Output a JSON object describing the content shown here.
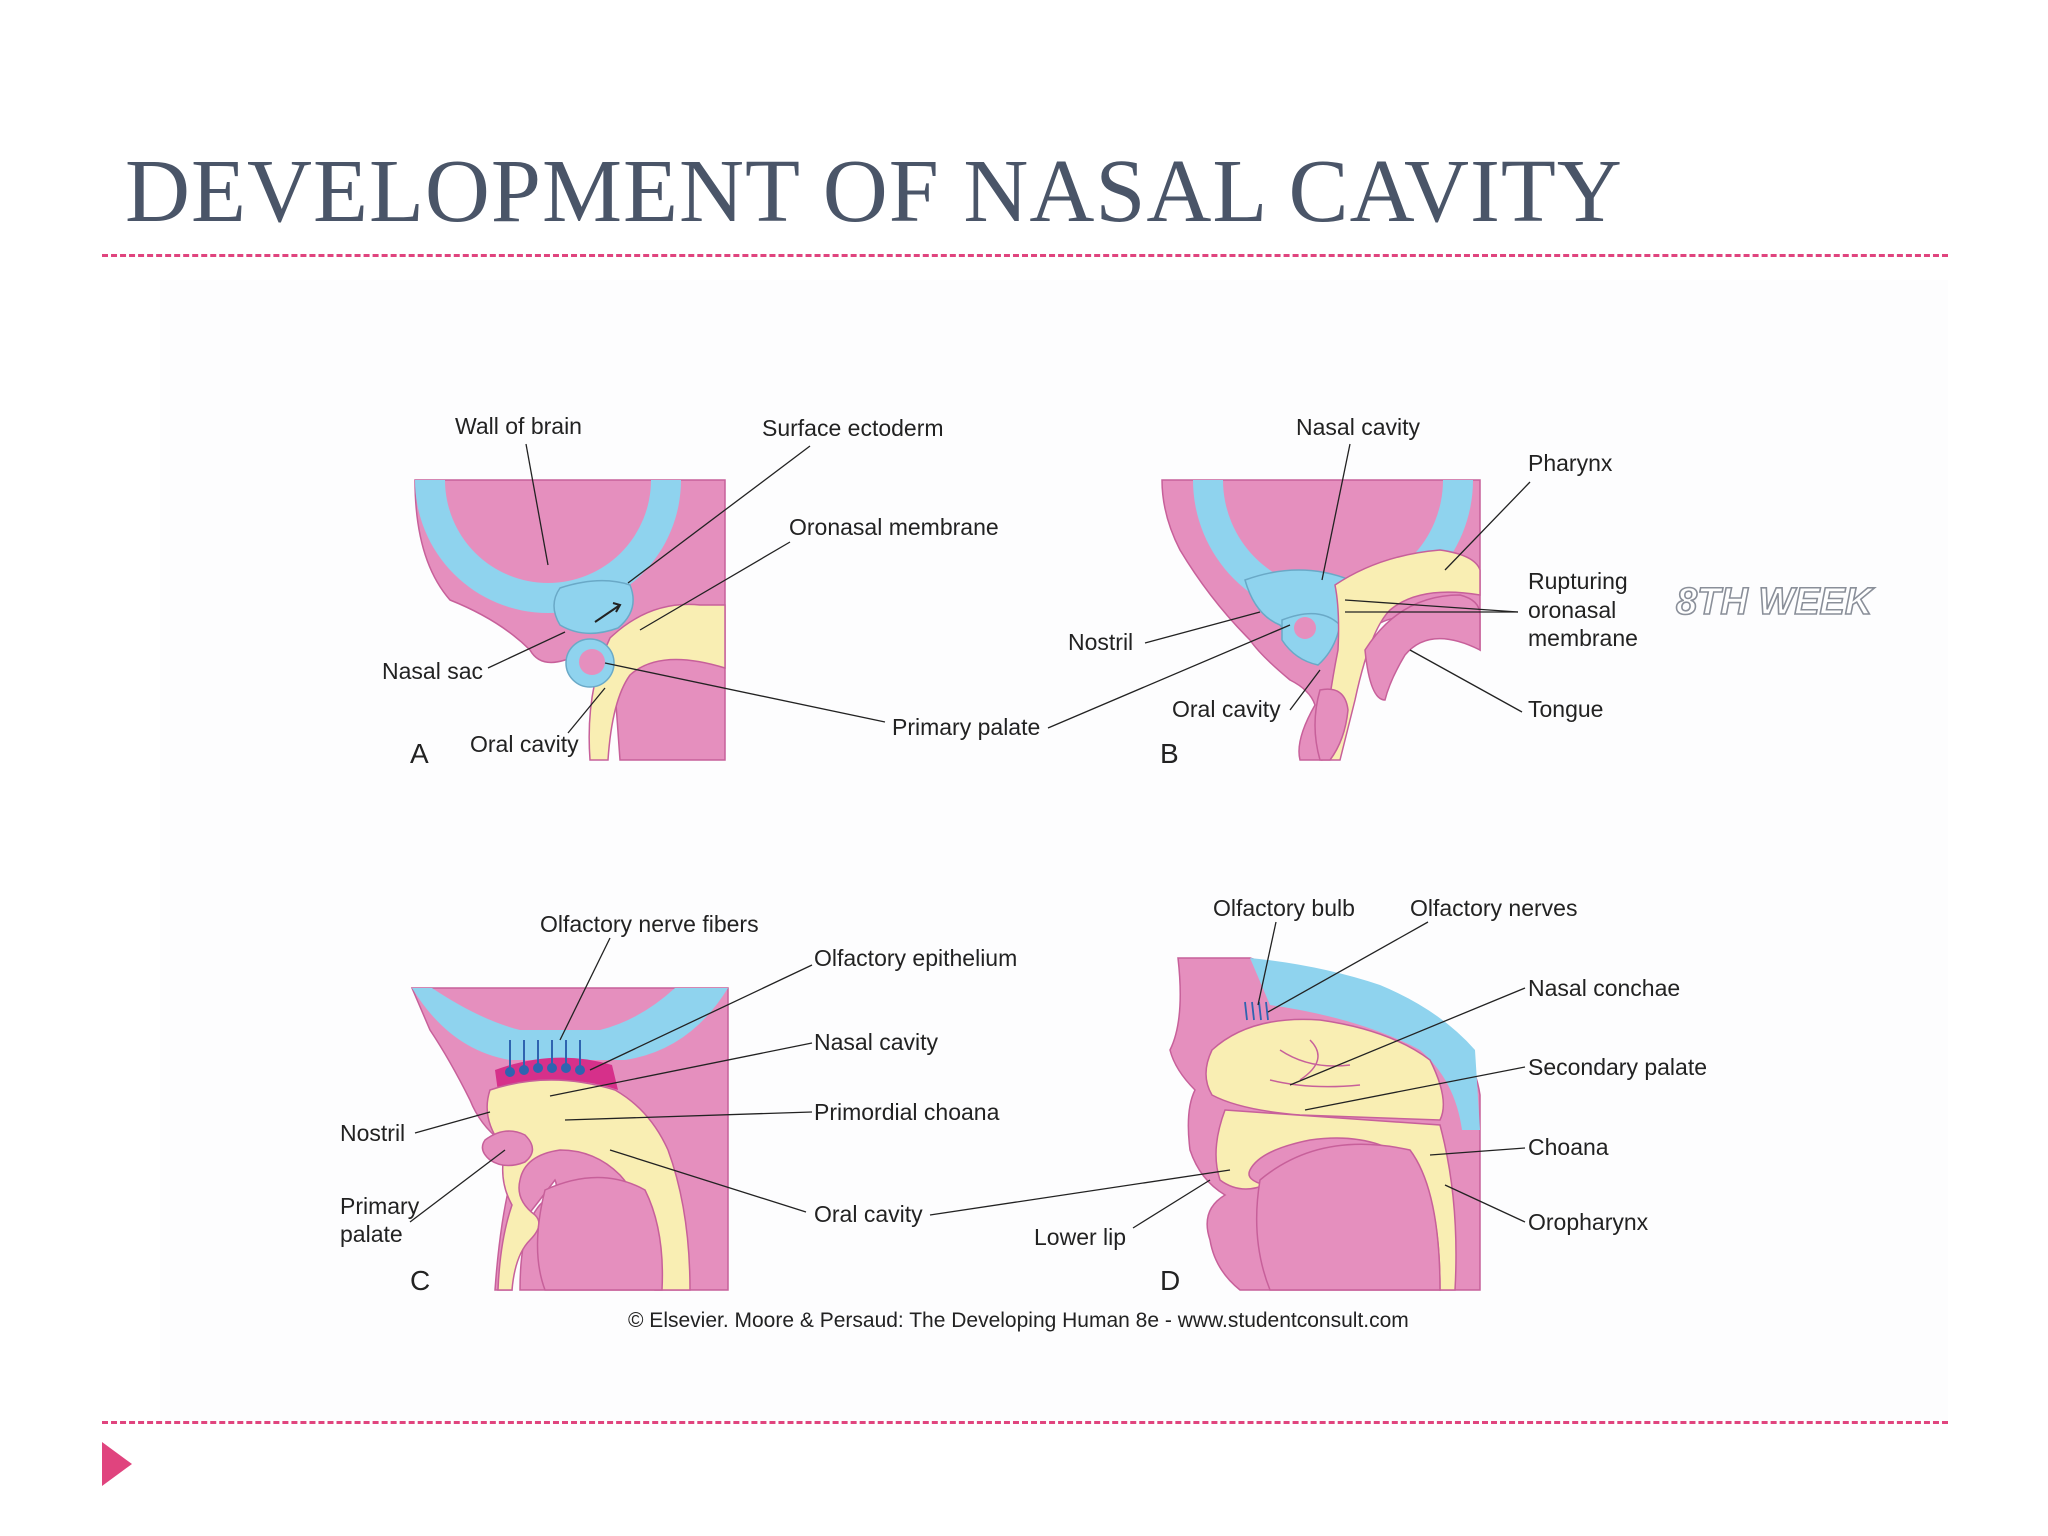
{
  "slide": {
    "title": "DEVELOPMENT OF NASAL CAVITY"
  },
  "figure": {
    "panel_a": {
      "letter": "A",
      "labels": {
        "wall_of_brain": "Wall of brain",
        "surface_ectoderm": "Surface ectoderm",
        "oronasal_membrane": "Oronasal membrane",
        "nasal_sac": "Nasal sac",
        "oral_cavity": "Oral cavity",
        "primary_palate": "Primary palate"
      }
    },
    "panel_b": {
      "letter": "B",
      "labels": {
        "nasal_cavity": "Nasal cavity",
        "pharynx": "Pharynx",
        "rupturing_1": "Rupturing",
        "rupturing_2": "oronasal",
        "rupturing_3": "membrane",
        "nostril": "Nostril",
        "oral_cavity": "Oral cavity",
        "tongue": "Tongue"
      },
      "badge": "8TH WEEK"
    },
    "panel_c": {
      "letter": "C",
      "labels": {
        "olfactory_nerve_fibers": "Olfactory nerve fibers",
        "olfactory_epithelium": "Olfactory epithelium",
        "nasal_cavity": "Nasal cavity",
        "primordial_choana": "Primordial choana",
        "nostril": "Nostril",
        "primary_palate_1": "Primary",
        "primary_palate_2": "palate",
        "oral_cavity": "Oral cavity"
      }
    },
    "panel_d": {
      "letter": "D",
      "labels": {
        "olfactory_bulb": "Olfactory bulb",
        "olfactory_nerves": "Olfactory nerves",
        "nasal_conchae": "Nasal conchae",
        "secondary_palate": "Secondary palate",
        "choana": "Choana",
        "oropharynx": "Oropharynx",
        "lower_lip": "Lower lip"
      }
    },
    "credit": "© Elsevier. Moore & Persaud: The Developing Human 8e - www.studentconsult.com"
  },
  "colors": {
    "title": "#4a5568",
    "accent": "#e0447e",
    "tissue_pink": "#e58fbe",
    "neural_blue": "#8fd3ee",
    "mesenchyme_cream": "#f9eeb3",
    "tissue_outline": "#c7609a"
  }
}
